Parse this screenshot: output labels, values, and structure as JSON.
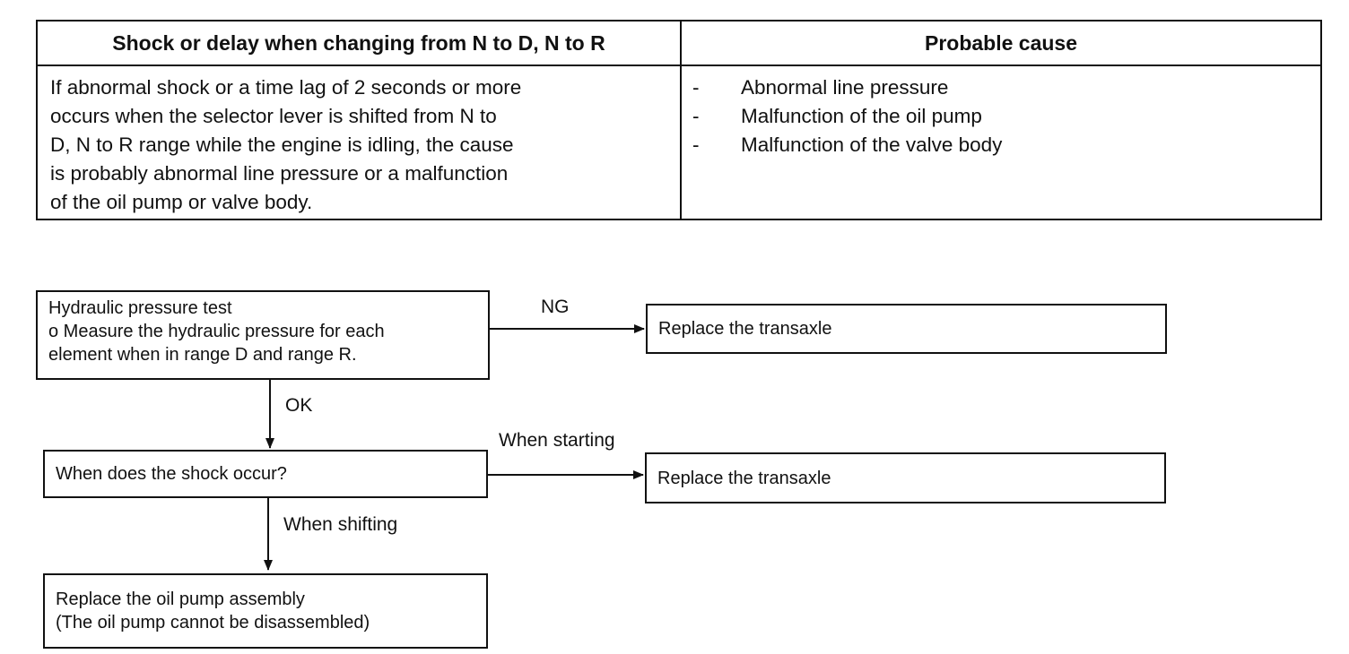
{
  "table": {
    "header_left": "Shock or delay when changing from N to D, N to R",
    "header_right": "Probable cause",
    "description_lines": [
      "If abnormal shock or a time lag of 2 seconds or more",
      "occurs when the selector lever is shifted from N to",
      "D, N to R range while the engine is idling, the cause",
      "is probably abnormal line pressure or a malfunction",
      "of the oil pump or valve body."
    ],
    "causes": [
      {
        "bullet": "-",
        "text": "Abnormal line pressure"
      },
      {
        "bullet": "-",
        "text": "Malfunction of the oil pump"
      },
      {
        "bullet": "-",
        "text": "Malfunction of the valve body"
      }
    ]
  },
  "flow": {
    "test_box": [
      "Hydraulic pressure test",
      "o Measure the hydraulic pressure for each",
      "element when in range D and range R."
    ],
    "ng_label": "NG",
    "ng_result": "Replace the transaxle",
    "ok_label": "OK",
    "question": "When does the shock occur?",
    "starting_label": "When starting",
    "starting_result": "Replace the transaxle",
    "shifting_label": "When shifting",
    "final_box": [
      "Replace the oil pump assembly",
      "(The oil pump cannot be disassembled)"
    ]
  }
}
